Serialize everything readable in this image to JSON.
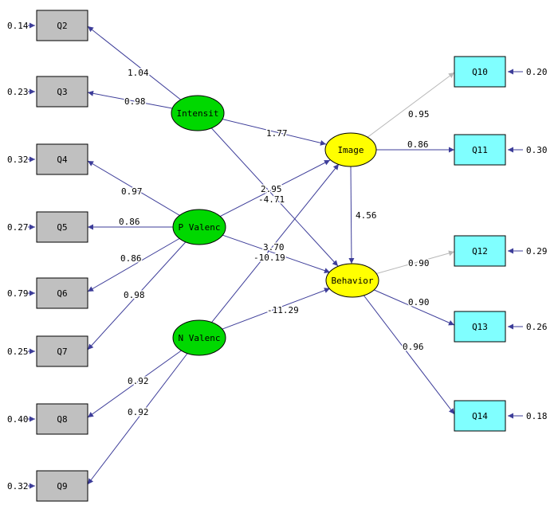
{
  "diagram_title": "Structural equation model path diagram",
  "colors": {
    "observed_left_fill": "#C0C0C0",
    "observed_right_fill": "#80FFFF",
    "latent_exogenous_fill": "#00D800",
    "latent_endogenous_fill": "#FFFF00",
    "edge": "#3D3D99",
    "edge_muted": "#B8B8B8"
  },
  "left_indicators": [
    {
      "label": "Q2",
      "error": "0.14"
    },
    {
      "label": "Q3",
      "error": "0.23"
    },
    {
      "label": "Q4",
      "error": "0.32"
    },
    {
      "label": "Q5",
      "error": "0.27"
    },
    {
      "label": "Q6",
      "error": "0.79"
    },
    {
      "label": "Q7",
      "error": "0.25"
    },
    {
      "label": "Q8",
      "error": "0.40"
    },
    {
      "label": "Q9",
      "error": "0.32"
    }
  ],
  "right_indicators": [
    {
      "label": "Q10",
      "error": "0.20"
    },
    {
      "label": "Q11",
      "error": "0.30"
    },
    {
      "label": "Q12",
      "error": "0.29"
    },
    {
      "label": "Q13",
      "error": "0.26"
    },
    {
      "label": "Q14",
      "error": "0.18"
    }
  ],
  "latents": {
    "intensity": {
      "label": "Intensit"
    },
    "p_valence": {
      "label": "P Valenc"
    },
    "n_valence": {
      "label": "N Valenc"
    },
    "image": {
      "label": "Image"
    },
    "behavior": {
      "label": "Behavior"
    }
  },
  "loadings_left": [
    {
      "from": "Intensit",
      "to": "Q2",
      "value": "1.04"
    },
    {
      "from": "Intensit",
      "to": "Q3",
      "value": "0.98"
    },
    {
      "from": "P Valenc",
      "to": "Q4",
      "value": "0.97"
    },
    {
      "from": "P Valenc",
      "to": "Q5",
      "value": "0.86"
    },
    {
      "from": "P Valenc",
      "to": "Q6",
      "value": "0.86"
    },
    {
      "from": "P Valenc",
      "to": "Q7",
      "value": "0.98"
    },
    {
      "from": "N Valenc",
      "to": "Q8",
      "value": "0.92"
    },
    {
      "from": "N Valenc",
      "to": "Q9",
      "value": "0.92"
    }
  ],
  "loadings_right": [
    {
      "from": "Image",
      "to": "Q10",
      "value": "0.95"
    },
    {
      "from": "Image",
      "to": "Q11",
      "value": "0.86"
    },
    {
      "from": "Behavior",
      "to": "Q12",
      "value": "0.90"
    },
    {
      "from": "Behavior",
      "to": "Q13",
      "value": "0.90"
    },
    {
      "from": "Behavior",
      "to": "Q14",
      "value": "0.96"
    }
  ],
  "structural": [
    {
      "from": "Intensit",
      "to": "Image",
      "value": "1.77"
    },
    {
      "from": "P Valenc",
      "to": "Image",
      "value": "2.95"
    },
    {
      "from": "Intensit",
      "to": "Behavior",
      "value": "-4.71"
    },
    {
      "from": "P Valenc",
      "to": "Behavior",
      "value": "3.70"
    },
    {
      "from": "N Valenc",
      "to": "Image",
      "value": "-10.19"
    },
    {
      "from": "N Valenc",
      "to": "Behavior",
      "value": "-11.29"
    },
    {
      "from": "Image",
      "to": "Behavior",
      "value": "4.56"
    }
  ]
}
